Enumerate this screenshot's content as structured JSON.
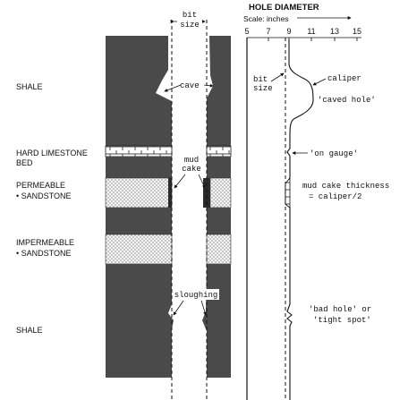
{
  "lithology": {
    "shale_top": "SHALE",
    "limestone_line1": "HARD LIMESTONE",
    "limestone_line2": "BED",
    "permeable_line1": "PERMEABLE",
    "permeable_line2": "• SANDSTONE",
    "impermeable_line1": "IMPERMEABLE",
    "impermeable_line2": "• SANDSTONE",
    "shale_bottom": "SHALE"
  },
  "borehole": {
    "bit_size_line1": "bit",
    "bit_size_line2": "size",
    "cave": "cave",
    "mud_line1": "mud",
    "mud_line2": "cake",
    "sloughing": "sloughing"
  },
  "log": {
    "title": "HOLE DIAMETER",
    "scale_label": "Scale: inches",
    "ticks": [
      "5",
      "7",
      "9",
      "11",
      "13",
      "15"
    ],
    "bit_size_line1": "bit",
    "bit_size_line2": "size",
    "caliper": "caliper",
    "caved_hole": "'caved hole'",
    "on_gauge": "'on gauge'",
    "mud_thickness_line1": "mud cake thickness",
    "mud_thickness_line2": "= caliper/2",
    "bad_hole_line1": "'bad hole' or",
    "bad_hole_line2": "'tight spot'"
  }
}
